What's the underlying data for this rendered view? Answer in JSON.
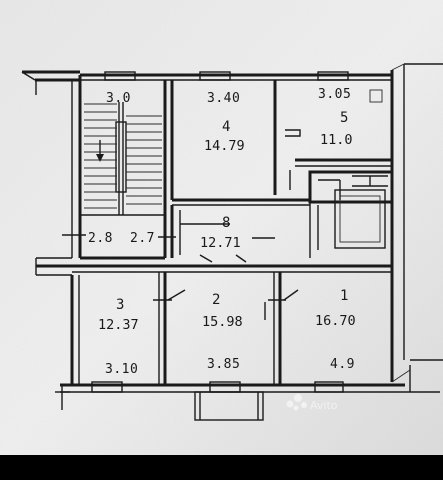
{
  "plan": {
    "dimensions": {
      "stair_top": "3.0",
      "room4_top": "3.40",
      "room5_top": "3.05",
      "stair_left": "2.8",
      "stair_right": "2.7",
      "room3_bottom": "3.10",
      "room2_bottom": "3.85",
      "room1_bottom": "4.9"
    },
    "rooms": [
      {
        "number": "4",
        "area": "14.79"
      },
      {
        "number": "5",
        "area": "11.0"
      },
      {
        "number": "8",
        "area": "12.71"
      },
      {
        "number": "3",
        "area": "12.37"
      },
      {
        "number": "2",
        "area": "15.98"
      },
      {
        "number": "1",
        "area": "16.70"
      }
    ]
  },
  "watermark": {
    "brand": "Avito"
  }
}
